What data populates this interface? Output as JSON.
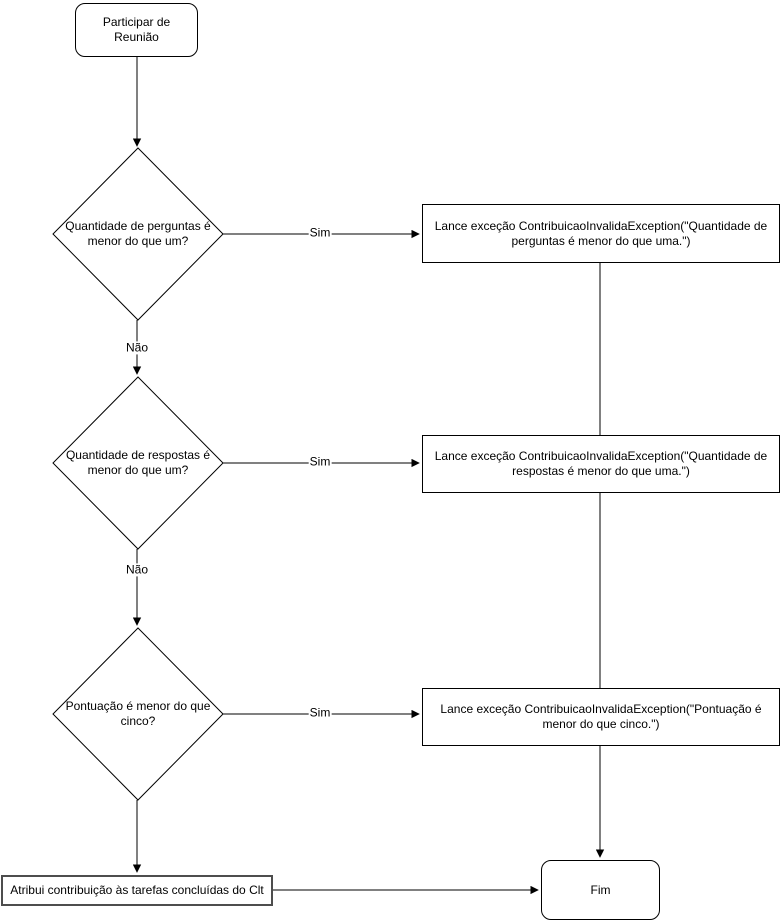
{
  "diagram": {
    "title": "Participar de Reunião flowchart",
    "nodes": {
      "start": {
        "label": "Participar de Reunião",
        "type": "terminal"
      },
      "decision_perguntas": {
        "label": "Quantidade de perguntas é menor do que um?",
        "type": "decision"
      },
      "exception_perguntas": {
        "label": "Lance exceção ContribuicaoInvalidaException(\"Quantidade de perguntas é menor do que uma.\")",
        "type": "process"
      },
      "decision_respostas": {
        "label": "Quantidade de respostas é menor do que um?",
        "type": "decision"
      },
      "exception_respostas": {
        "label": "Lance exceção ContribuicaoInvalidaException(\"Quantidade de respostas é menor do que uma.\")",
        "type": "process"
      },
      "decision_pontuacao": {
        "label": "Pontuação é menor do que cinco?",
        "type": "decision"
      },
      "exception_pontuacao": {
        "label": "Lance exceção ContribuicaoInvalidaException(\"Pontuação é menor do que cinco.\")",
        "type": "process"
      },
      "process_atribui": {
        "label": "Atribui contribuição às tarefas concluídas do Clt",
        "type": "process"
      },
      "end": {
        "label": "Fim",
        "type": "terminal"
      }
    },
    "edges": {
      "sim_perguntas": {
        "label": "Sim"
      },
      "nao_perguntas": {
        "label": "Não"
      },
      "sim_respostas": {
        "label": "Sim"
      },
      "nao_respostas": {
        "label": "Não"
      },
      "sim_pontuacao": {
        "label": "Sim"
      }
    },
    "colors": {
      "stroke": "#000000",
      "node_fill": "#ffffff",
      "text": "#000000",
      "canvas_background": "#ffffff",
      "strong_border": "#4d4d4d"
    }
  }
}
